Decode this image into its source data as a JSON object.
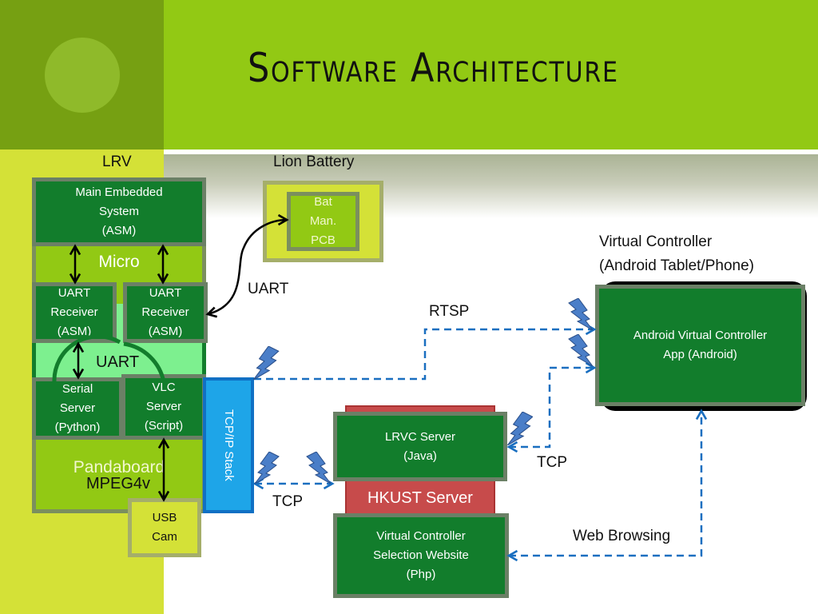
{
  "slide": {
    "title": "Software Architecture"
  },
  "colors": {
    "header_green": "#92c914",
    "sidebar_dark": "#76a012",
    "sidebar_light": "#d4e137",
    "component_green": "#127d2c",
    "tcpip_blue": "#1ea5e8",
    "link_blue": "#1a6fc0",
    "server_red": "#c74b4b"
  },
  "lrv": {
    "label": "LRV",
    "main_embedded": "Main Embedded\nSystem\n(ASM)",
    "micro_label": "Micro",
    "uart_receiver_1": "UART\nReceiver\n(ASM)",
    "uart_receiver_2": "UART\nReceiver\n(ASM)",
    "uart_label": "UART",
    "serial_server": "Serial\nServer\n(Python)",
    "vlc_server": "VLC\nServer\n(Script)",
    "pandaboard_label": "Pandaboard",
    "mpeg_label": "MPEG4v",
    "usb_cam": "USB\nCam",
    "tcpip_stack": "TCP/IP Stack"
  },
  "battery": {
    "label": "Lion Battery",
    "bat_man_pcb": "Bat\nMan.\nPCB"
  },
  "virtual_controller": {
    "label_line1": "Virtual Controller",
    "label_line2": "(Android Tablet/Phone)",
    "app": "Android Virtual Controller\nApp (Android)"
  },
  "hkust": {
    "label": "HKUST Server",
    "lrvc_server": "LRVC Server\n(Java)",
    "website": "Virtual Controller\nSelection Website\n(Php)"
  },
  "links": {
    "uart_battery": "UART",
    "rtsp": "RTSP",
    "tcp_stack_server": "TCP",
    "tcp_server_android": "TCP",
    "web_browsing": "Web Browsing"
  },
  "icons": {
    "wireless": "lightning-bolt",
    "arrow": "double-headed-arrow"
  }
}
